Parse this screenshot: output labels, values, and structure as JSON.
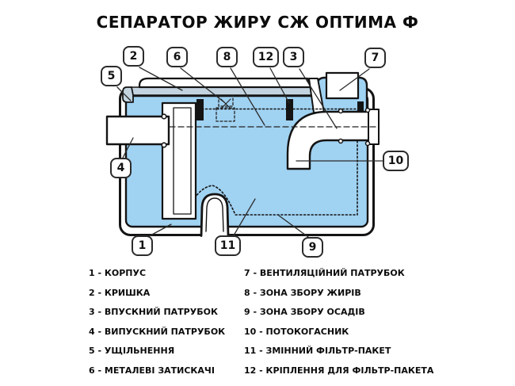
{
  "title": "СЕПАРАТОР ЖИРУ СЖ ОПТИМА Ф",
  "callouts": {
    "c1": "1",
    "c2": "2",
    "c3": "3",
    "c4": "4",
    "c5": "5",
    "c6": "6",
    "c7": "7",
    "c8": "8",
    "c9": "9",
    "c10": "10",
    "c11": "11",
    "c12": "12"
  },
  "legend": {
    "left": [
      "1 - КОРПУС",
      "2 - КРИШКА",
      "3 - ВПУСКНИЙ ПАТРУБОК",
      "4 - ВИПУСКНИЙ ПАТРУБОК",
      "5 - УЩІЛЬНЕННЯ",
      "6 - МЕТАЛЕВІ ЗАТИСКАЧІ"
    ],
    "right": [
      "7 - ВЕНТИЛЯЦІЙНИЙ ПАТРУБОК",
      "8 - ЗОНА ЗБОРУ ЖИРІВ",
      "9 - ЗОНА ЗБОРУ ОСАДІВ",
      "10 - ПОТОКОГАСНИК",
      "11 - ЗМІННИЙ ФІЛЬТР-ПАКЕТ",
      "12 - КРІПЛЕННЯ ДЛЯ ФІЛЬТР-ПАКЕТА"
    ]
  },
  "colors": {
    "liquid": "#a0d2f2",
    "outline": "#141414",
    "seal_strip": "#c3d4e0",
    "callout_border": "#2b2b2b"
  }
}
